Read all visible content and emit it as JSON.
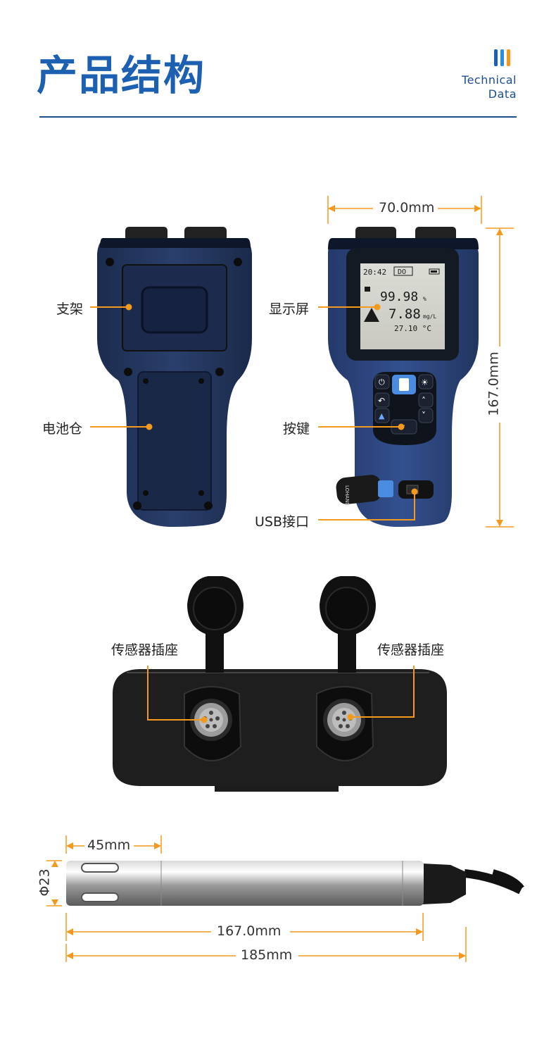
{
  "header": {
    "title": "产品结构",
    "tech_line1": "Technical",
    "tech_line2": "Data",
    "accent_blue": "#1d5fb0",
    "accent_orange": "#f39a1e"
  },
  "callouts": {
    "stand": "支架",
    "battery": "电池仓",
    "screen": "显示屏",
    "keys": "按键",
    "usb": "USB接口",
    "sensor_left": "传感器插座",
    "sensor_right": "传感器插座"
  },
  "dimensions": {
    "meter_width": "70.0mm",
    "meter_height": "167.0mm",
    "probe_tip": "45mm",
    "probe_diameter": "Φ23",
    "probe_body": "167.0mm",
    "probe_total": "185mm"
  },
  "display": {
    "time": "20:42",
    "mode": "DO",
    "value1": "99.98",
    "unit1": "%",
    "value2": "7.88",
    "unit2": "mg/L",
    "temp": "27.10 °C"
  },
  "brand": {
    "logo_text": "LOHAND"
  }
}
